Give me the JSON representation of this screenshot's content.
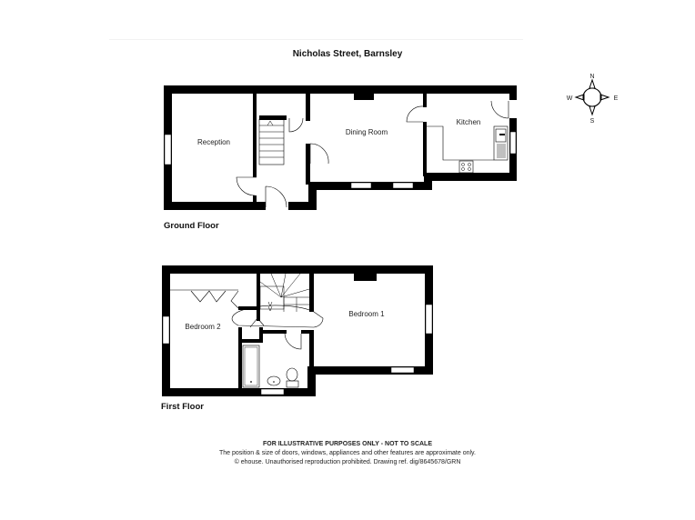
{
  "title": "Nicholas Street, Barnsley",
  "floors": [
    {
      "label": "Ground Floor",
      "rooms": [
        {
          "name": "Reception"
        },
        {
          "name": "Dining Room"
        },
        {
          "name": "Kitchen"
        }
      ]
    },
    {
      "label": "First Floor",
      "rooms": [
        {
          "name": "Bedroom 1"
        },
        {
          "name": "Bedroom 2"
        }
      ]
    }
  ],
  "compass": {
    "n": "N",
    "s": "S",
    "e": "E",
    "w": "W"
  },
  "footer": {
    "line1": "FOR ILLUSTRATIVE PURPOSES ONLY - NOT TO SCALE",
    "line2": "The position & size of doors, windows, appliances and other features are approximate only.",
    "line3": "© ehouse. Unauthorised reproduction prohibited. Drawing ref. dig/8645678/GRN"
  },
  "colors": {
    "wall": "#000000",
    "background": "#ffffff"
  }
}
